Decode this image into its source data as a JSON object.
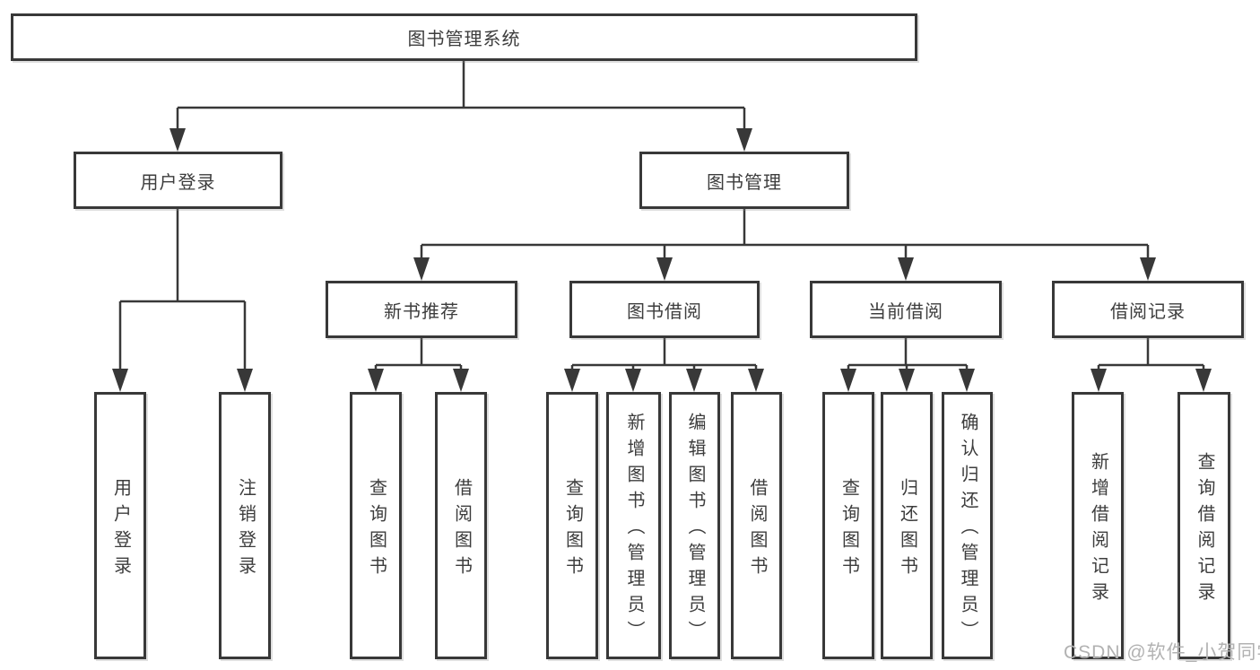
{
  "nodes": {
    "root": "图书管理系统",
    "user_login": "用户登录",
    "book_management": "图书管理",
    "new_book_recommend": "新书推荐",
    "book_borrow": "图书借阅",
    "current_borrow": "当前借阅",
    "borrow_records": "借阅记录",
    "user_login_children": [
      "用户登录",
      "注销登录"
    ],
    "new_book_recommend_children": [
      "查询图书",
      "借阅图书"
    ],
    "book_borrow_children": [
      "查询图书",
      "新增图书（管理员）",
      "编辑图书（管理员）",
      "借阅图书"
    ],
    "current_borrow_children": [
      "查询图书",
      "归还图书",
      "确认归还（管理员）"
    ],
    "borrow_records_children": [
      "新增借阅记录",
      "查询借阅记录"
    ]
  },
  "watermark": "CSDN @软件_小贺同学",
  "colors": {
    "line": "#383838",
    "box_border": "#383838",
    "text": "#3d3d3d",
    "watermark": "#b2b2b2",
    "background": "#ffffff"
  }
}
